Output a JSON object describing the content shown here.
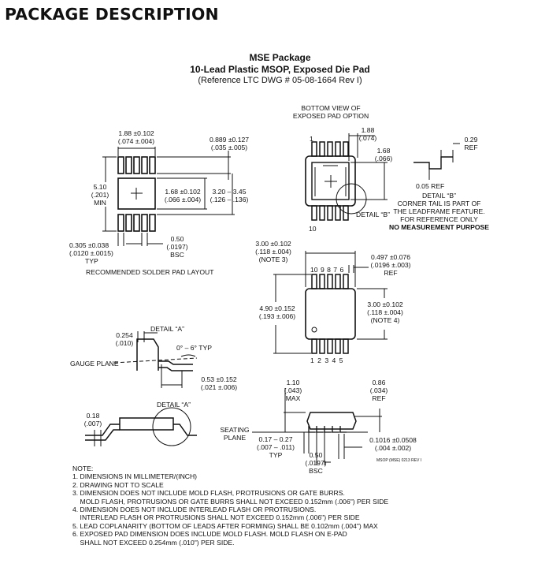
{
  "header": "PACKAGE DESCRIPTION",
  "package": {
    "name": "MSE Package",
    "subtitle": "10-Lead Plastic MSOP, Exposed Die Pad",
    "reference": "(Reference LTC DWG # 05-08-1664 Rev I)"
  },
  "solder_pad": {
    "d1_a": "1.88 ±0.102",
    "d1_b": "(.074 ±.004)",
    "d2_a": "0.889 ±0.127",
    "d2_b": "(.035 ±.005)",
    "d3_a": "5.10",
    "d3_b": "(.201)",
    "d3_c": "MIN",
    "d4_a": "1.68 ±0.102",
    "d4_b": "(.066 ±.004)",
    "d5_a": "3.20 – 3.45",
    "d5_b": "(.126 – .136)",
    "d6_a": "0.305 ±0.038",
    "d6_b": "(.0120 ±.0015)",
    "d6_c": "TYP",
    "d7_a": "0.50",
    "d7_b": "(.0197)",
    "d7_c": "BSC",
    "caption": "RECOMMENDED SOLDER PAD LAYOUT"
  },
  "bottom_view": {
    "title1": "BOTTOM VIEW OF",
    "title2": "EXPOSED PAD OPTION",
    "pin1": "1",
    "pin10": "10",
    "d1_a": "1.88",
    "d1_b": "(.074)",
    "d2_a": "1.68",
    "d2_b": "(.066)",
    "detail_b_label": "DETAIL “B”",
    "ref1_a": "0.29",
    "ref1_b": "REF",
    "ref2": "0.05 REF",
    "detail_b_title": "DETAIL “B”",
    "note1": "CORNER TAIL IS PART OF",
    "note2": "THE LEADFRAME FEATURE.",
    "note3": "FOR REFERENCE ONLY",
    "note4": "NO MEASUREMENT PURPOSE"
  },
  "top_view": {
    "d1_a": "3.00 ±0.102",
    "d1_b": "(.118 ±.004)",
    "d1_c": "(NOTE 3)",
    "d2_a": "0.497 ±0.076",
    "d2_b": "(.0196 ±.003)",
    "d2_c": "REF",
    "pins_top": "10 9 8 7 6",
    "d3_a": "4.90 ±0.152",
    "d3_b": "(.193 ±.006)",
    "d4_a": "3.00 ±0.102",
    "d4_b": "(.118 ±.004)",
    "d4_c": "(NOTE 4)",
    "pins_bottom": "1 2 3 4 5"
  },
  "detail_a": {
    "label": "DETAIL “A”",
    "d1_a": "0.254",
    "d1_b": "(.010)",
    "angle": "0° – 6° TYP",
    "gauge": "GAUGE PLANE",
    "d2_a": "0.53 ±0.152",
    "d2_b": "(.021 ±.006)"
  },
  "side_view": {
    "d1_a": "0.18",
    "d1_b": "(.007)",
    "label": "DETAIL “A”",
    "d2_a": "1.10",
    "d2_b": "(.043)",
    "d2_c": "MAX",
    "d3_a": "0.86",
    "d3_b": "(.034)",
    "d3_c": "REF",
    "seating1": "SEATING",
    "seating2": "PLANE",
    "d4_a": "0.17 – 0.27",
    "d4_b": "(.007 – .011)",
    "d4_c": "TYP",
    "d5_a": "0.50",
    "d5_b": "(.0197)",
    "d5_c": "BSC",
    "d6_a": "0.1016 ±0.0508",
    "d6_b": "(.004 ±.002)",
    "drawing_code": "MSOP (MSE) 0213 REV I"
  },
  "notes": {
    "title": "NOTE:",
    "items": [
      "1. DIMENSIONS IN MILLIMETER/(INCH)",
      "2. DRAWING NOT TO SCALE",
      "3. DIMENSION DOES NOT INCLUDE MOLD FLASH, PROTRUSIONS OR GATE BURRS.",
      "    MOLD FLASH, PROTRUSIONS OR GATE BURRS SHALL NOT EXCEED 0.152mm (.006\") PER SIDE",
      "4. DIMENSION DOES NOT INCLUDE INTERLEAD FLASH OR PROTRUSIONS.",
      "    INTERLEAD FLASH OR PROTRUSIONS SHALL NOT EXCEED 0.152mm (.006\") PER SIDE",
      "5. LEAD COPLANARITY (BOTTOM OF LEADS AFTER FORMING) SHALL BE 0.102mm (.004\") MAX",
      "6. EXPOSED PAD DIMENSION DOES INCLUDE MOLD FLASH. MOLD FLASH ON E-PAD",
      "    SHALL NOT EXCEED 0.254mm (.010\") PER SIDE."
    ]
  }
}
